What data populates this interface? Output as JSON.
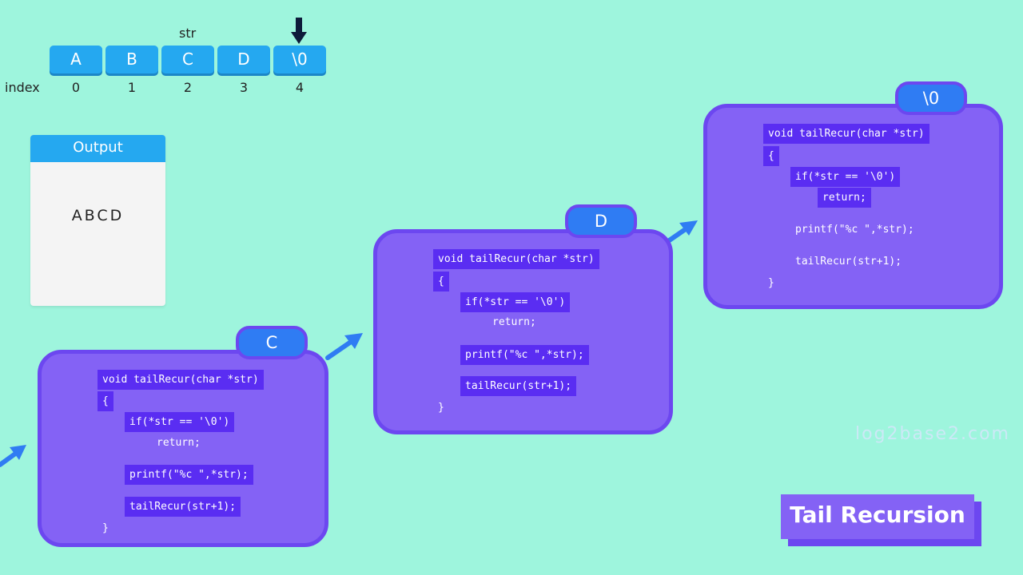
{
  "array": {
    "var_label": "str",
    "cells": [
      "A",
      "B",
      "C",
      "D",
      "\\0"
    ],
    "index_label": "index",
    "indices": [
      "0",
      "1",
      "2",
      "3",
      "4"
    ]
  },
  "output": {
    "title": "Output",
    "value": "ABCD"
  },
  "frames": [
    {
      "char": "C",
      "code": {
        "signature": "void tailRecur(char *str)",
        "open": "{",
        "cond": "if(*str == '\\0')",
        "ret": "return;",
        "print": "printf(\"%c \",*str);",
        "call": "tailRecur(str+1);",
        "close": "}"
      }
    },
    {
      "char": "D",
      "code": {
        "signature": "void tailRecur(char *str)",
        "open": "{",
        "cond": "if(*str == '\\0')",
        "ret": "return;",
        "print": "printf(\"%c \",*str);",
        "call": "tailRecur(str+1);",
        "close": "}"
      }
    },
    {
      "char": "\\0",
      "code": {
        "signature": "void tailRecur(char *str)",
        "open": "{",
        "cond": "if(*str == '\\0')",
        "ret": "return;",
        "print": "printf(\"%c \",*str);",
        "call": "tailRecur(str+1);",
        "close": "}"
      }
    }
  ],
  "watermark": "log2base2.com",
  "badge": "Tail Recursion",
  "colors": {
    "background": "#9ef5dd",
    "cell": "#25a8f0",
    "frame": "#8462f5",
    "frame_border": "#6c47f0",
    "tab": "#2f7cf3",
    "highlight": "#5a2df2",
    "arrow": "#2f7cf3"
  }
}
